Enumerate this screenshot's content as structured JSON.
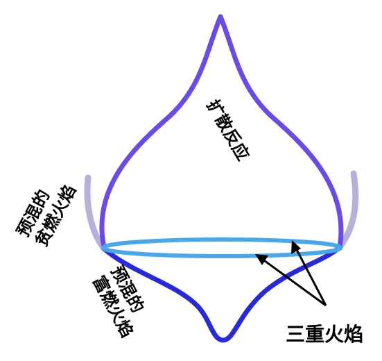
{
  "labels": {
    "diffusion": "扩散反应",
    "lean_line1": "预混的",
    "lean_line2": "贫燃火焰",
    "rich_line1": "预混的",
    "rich_line2": "富燃火焰",
    "triple": "三重火焰"
  },
  "colors": {
    "diffusion_flame": "#6a4be3",
    "rich_flame": "#2a2ad4",
    "lean_flame": "#b7b0d8",
    "triple_ring": "#4aa8e8",
    "arrow": "#000000",
    "text": "#000000"
  }
}
